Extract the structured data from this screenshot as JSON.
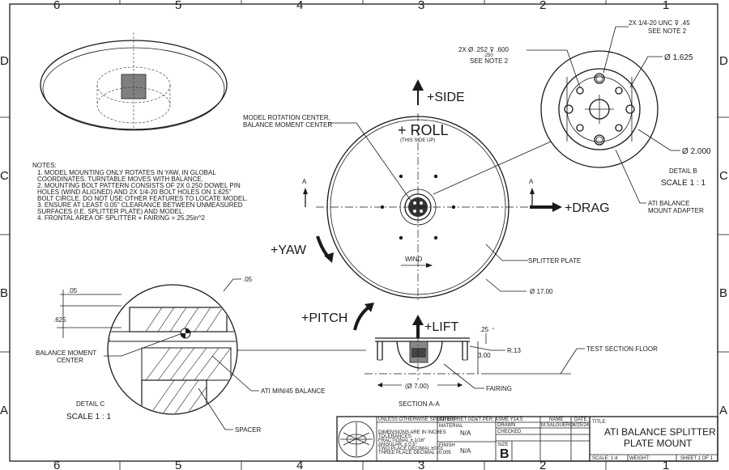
{
  "zones": {
    "cols": [
      "6",
      "5",
      "4",
      "3",
      "2",
      "1"
    ],
    "rows": [
      "D",
      "C",
      "B",
      "A"
    ]
  },
  "notes": {
    "heading": "NOTES:",
    "lines": [
      "1.   MODEL MOUNTING ONLY ROTATES IN YAW, IN GLOBAL",
      "       COORDINATES. TURNTABLE MOVES WITH BALANCE.",
      "2.   MOUNTING BOLT PATTERN CONSISTS OF 2X 0.250 DOWEL PIN",
      "       HOLES (WIND ALIGNED) AND 2X 1/4-20 BOLT HOLES ON 1.625\"",
      "       BOLT CIRCLE. DO NOT USE OTHER FEATURES TO LOCATE MODEL.",
      "3.   ENSURE AT LEAST 0.05\" CLEARANCE BETWEEN UNMEASURED",
      "       SURFACES (I.E. SPLITTER PLATE) AND MODEL.",
      "4.   FRONTAL AREA OF SPLITTER + FAIRING = 25.25in^2"
    ]
  },
  "labels": {
    "side": "+SIDE",
    "roll": "+ ROLL",
    "roll_sub": "(THIS SIDE UP)",
    "drag": "+DRAG",
    "yaw": "+YAW",
    "wind": "WIND",
    "pitch": "+PITCH",
    "lift": "+LIFT",
    "model_center_1": "MODEL ROTATION CENTER,",
    "model_center_2": "BALANCE MOMENT CENTER",
    "splitter_plate": "SPLITTER PLATE",
    "dia_17": "Ø 17.00",
    "section_a": "A",
    "section_a2": "A",
    "section_title": "SECTION A-A",
    "test_floor": "TEST SECTION FLOOR",
    "fairing": "FAIRING",
    "dim_25": ".25",
    "dim_r13": "R.13",
    "dim_300": "3.00",
    "dim_700": "(Ø 7.00)",
    "ati_mini45": "ATI MINI45 BALANCE",
    "spacer": "SPACER",
    "balance_center_1": "BALANCE MOMENT",
    "balance_center_2": "CENTER",
    "detail_c": "DETAIL C",
    "detail_c_scale": "SCALE 1 : 1",
    "dim_05a": ".05",
    "dim_05b": ".05",
    "dim_625": ".625",
    "detail_b": "DETAIL B",
    "detail_b_scale": "SCALE 1 : 1",
    "bolt_note": "2X 1/4-20 UNC  ⊽ .45",
    "bolt_note_2": "SEE NOTE 2",
    "dowel_note": "2X Ø .252 ⊽ .600",
    "dowel_sub": ".250",
    "dowel_note_2": "SEE NOTE 2",
    "dia_1625": "Ø 1.625",
    "dia_2000": "Ø 2.000",
    "ati_adapter_1": "ATI BALANCE",
    "ati_adapter_2": "MOUNT ADAPTER"
  },
  "title_block": {
    "unless": "UNLESS OTHERWISE SPECIFIED:",
    "interpret": "INTERPRET GD&T PER:  ASME Y14.5",
    "dims": "DIMENSIONS ARE IN INCHES",
    "tol": "TOLERANCES:",
    "frac": "FRACTIONAL ± 1/16\"",
    "ang": "ANGULAR: ± 0.5°",
    "two": "TWO PLACE DECIMAL   ±0.01",
    "three": "THREE PLACE DECIMAL  ±0.005",
    "material_label": "MATERIAL",
    "material": "N/A",
    "finish_label": "FINISH",
    "finish": "N/A",
    "name_h": "NAME",
    "date_h": "DATE",
    "drawn": "DRAWN",
    "drawn_name": "M.SALGUERO",
    "drawn_date": "4/25/24",
    "checked": "CHECKED",
    "size_label": "SIZE",
    "size": "B",
    "title_label": "TITLE:",
    "title_1": "ATI BALANCE SPLITTER",
    "title_2": "PLATE MOUNT",
    "scale": "SCALE: 1:4",
    "weight": "WEIGHT:",
    "sheet": "SHEET 1 OF 1"
  }
}
